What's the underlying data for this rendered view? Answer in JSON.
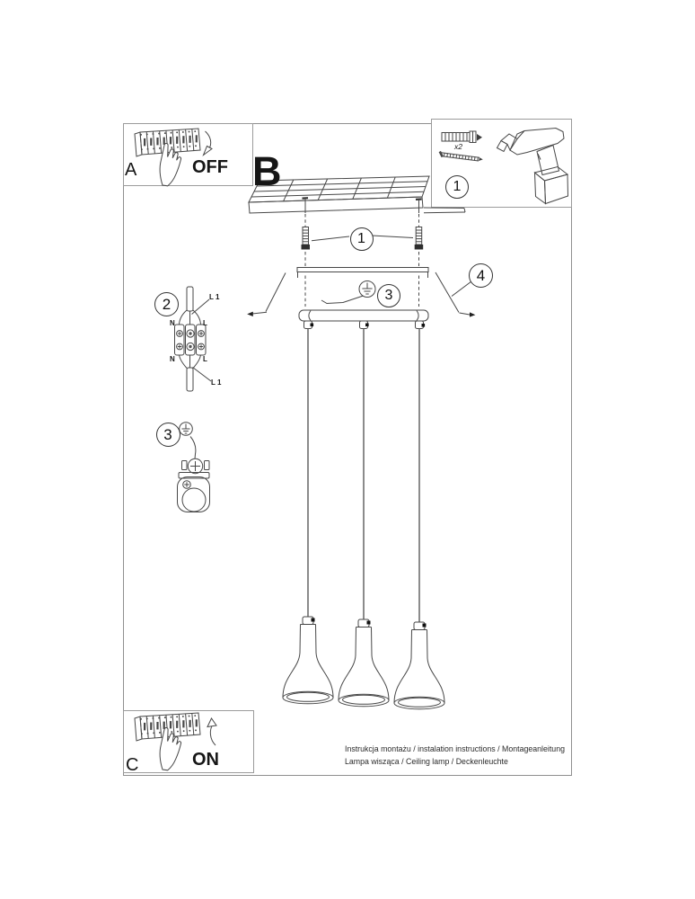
{
  "frames": {
    "a_label": "A",
    "a_state": "OFF",
    "b_label": "B",
    "c_label": "C",
    "c_state": "ON"
  },
  "kit": {
    "step_number": "1",
    "anchor_quantity": "x2"
  },
  "callouts": {
    "screws": "1",
    "wiring": "2",
    "ground_detail": "3",
    "ground_canopy": "3",
    "canopy": "4"
  },
  "wiring_labels": {
    "top_line": "L 1",
    "top_left": "N",
    "top_right": "L",
    "bottom_left": "N",
    "bottom_right": "L",
    "bottom_line": "L 1"
  },
  "footer": {
    "line1": "Instrukcja montażu / instalation instructions / Montageanleitung",
    "line2": "Lampa wisząca / Ceiling lamp / Deckenleuchte"
  },
  "colors": {
    "line": "#474747",
    "dark": "#222222",
    "border": "#9b9b9b"
  }
}
